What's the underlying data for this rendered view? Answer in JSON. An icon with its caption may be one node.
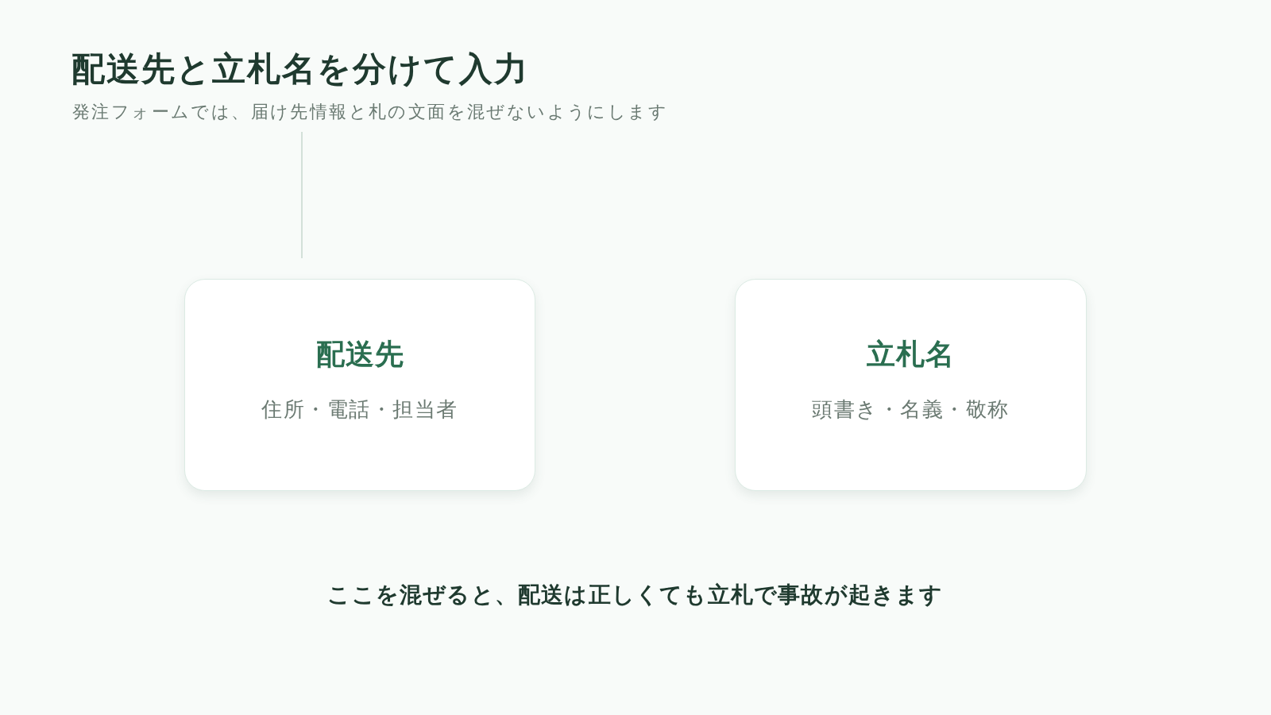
{
  "diagram": {
    "title": "配送先と立札名を分けて入力",
    "nodes": [
      {
        "text": [
          "配送先",
          "住所・電話・担当者"
        ]
      },
      {
        "text": [
          "立札名",
          "頭書き・名義・敬称"
        ]
      }
    ],
    "labels": [
      "発注フォームでは、届け先情報と札の文面を混ぜないようにします",
      "ここを混ぜると、配送は正しくても立札で事故が起きます"
    ]
  }
}
